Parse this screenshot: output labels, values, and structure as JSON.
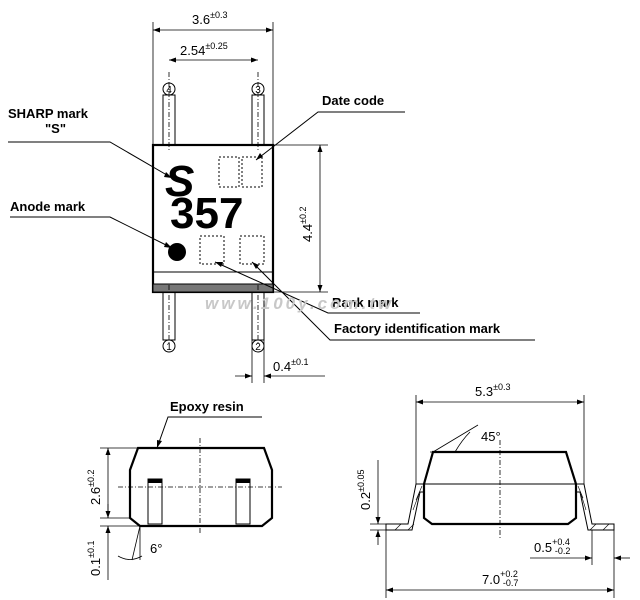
{
  "top_view": {
    "dim_width": {
      "value": "3.6",
      "tol": "±0.3"
    },
    "dim_pitch": {
      "value": "2.54",
      "tol": "±0.25"
    },
    "dim_height": {
      "value": "4.4",
      "tol": "±0.2"
    },
    "dim_lead": {
      "value": "0.4",
      "tol": "±0.1"
    },
    "pins": [
      "4",
      "3",
      "1",
      "2"
    ],
    "logo_text": "S",
    "part_text": "357",
    "labels": {
      "sharp_mark_line1": "SHARP mark",
      "sharp_mark_line2": "\"S\"",
      "anode_mark": "Anode mark",
      "date_code": "Date code",
      "rank_mark": "Rank mark",
      "factory_mark": "Factory identification mark"
    },
    "watermark": "www.100y.com.tw"
  },
  "side_view": {
    "epoxy_label": "Epoxy resin",
    "dim_height": {
      "value": "2.6",
      "tol": "±0.2"
    },
    "dim_standoff": {
      "value": "0.1",
      "tol": "±0.1"
    },
    "angle": "6°"
  },
  "end_view": {
    "dim_body": {
      "value": "5.3",
      "tol": "±0.3"
    },
    "angle": "45°",
    "dim_lead_thk": {
      "value": "0.2",
      "tol": "±0.05"
    },
    "dim_foot": {
      "value": "0.5",
      "tol_up": "+0.4",
      "tol_dn": "-0.2"
    },
    "dim_overall": {
      "value": "7.0",
      "tol_up": "+0.2",
      "tol_dn": "-0.7"
    }
  }
}
